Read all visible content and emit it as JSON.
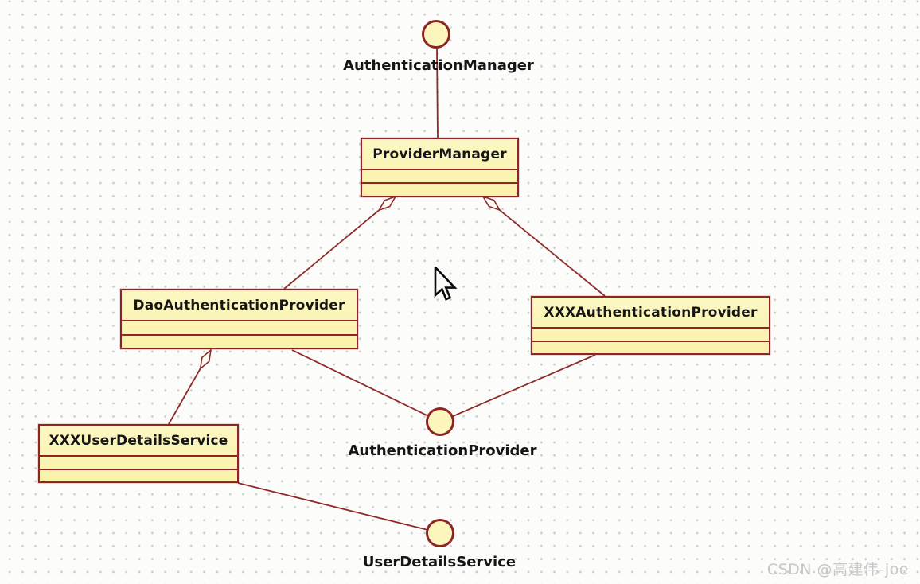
{
  "diagram": {
    "classes": [
      {
        "name": "ProviderManager"
      },
      {
        "name": "DaoAuthenticationProvider"
      },
      {
        "name": "XXXAuthenticationProvider"
      },
      {
        "name": "XXXUserDetailsService"
      }
    ],
    "interfaces": [
      {
        "name": "AuthenticationManager"
      },
      {
        "name": "AuthenticationProvider"
      },
      {
        "name": "UserDetailsService"
      }
    ],
    "relationships": [
      {
        "from": "AuthenticationManager",
        "to": "ProviderManager",
        "type": "interface-lollipop"
      },
      {
        "from": "ProviderManager",
        "to": "DaoAuthenticationProvider",
        "type": "aggregation"
      },
      {
        "from": "ProviderManager",
        "to": "XXXAuthenticationProvider",
        "type": "aggregation"
      },
      {
        "from": "DaoAuthenticationProvider",
        "to": "AuthenticationProvider",
        "type": "association"
      },
      {
        "from": "XXXAuthenticationProvider",
        "to": "AuthenticationProvider",
        "type": "association"
      },
      {
        "from": "DaoAuthenticationProvider",
        "to": "XXXUserDetailsService",
        "type": "aggregation"
      },
      {
        "from": "XXXUserDetailsService",
        "to": "UserDetailsService",
        "type": "association"
      }
    ],
    "colors": {
      "node_fill": "#faf3ab",
      "node_border": "#8e2424",
      "connector": "#8e2a2a",
      "text": "#151515",
      "background": "#fcfcfa",
      "grid_dot": "#ccccc8",
      "watermark_text": "#c6c6c6"
    },
    "icons": {
      "cursor": "mouse-pointer-arrow"
    }
  },
  "watermark": {
    "text": "CSDN @高建伟-joe"
  }
}
